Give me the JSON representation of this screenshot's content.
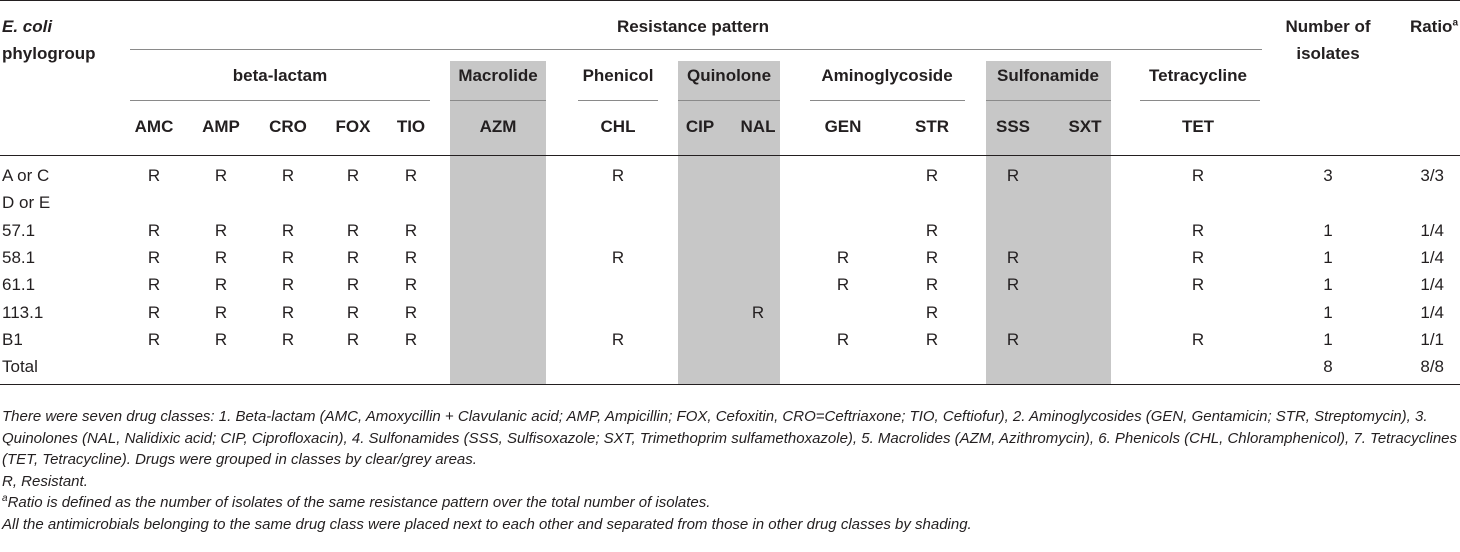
{
  "header": {
    "phylogroup_line1": "E. coli",
    "phylogroup_line2": "phylogroup",
    "resistance_pattern": "Resistance pattern",
    "number_line1": "Number of",
    "number_line2": "isolates",
    "ratio": "Ratio",
    "ratio_sup": "a"
  },
  "classes": [
    {
      "name": "beta-lactam",
      "shaded": false
    },
    {
      "name": "Macrolide",
      "shaded": true
    },
    {
      "name": "Phenicol",
      "shaded": false
    },
    {
      "name": "Quinolone",
      "shaded": true
    },
    {
      "name": "Aminoglycoside",
      "shaded": false
    },
    {
      "name": "Sulfonamide",
      "shaded": true
    },
    {
      "name": "Tetracycline",
      "shaded": false
    }
  ],
  "drugs": [
    "AMC",
    "AMP",
    "CRO",
    "FOX",
    "TIO",
    "AZM",
    "CHL",
    "CIP",
    "NAL",
    "GEN",
    "STR",
    "SSS",
    "SXT",
    "TET"
  ],
  "rows": [
    {
      "group": "A or C",
      "cells": [
        "R",
        "R",
        "R",
        "R",
        "R",
        "",
        "R",
        "",
        "",
        "",
        "R",
        "R",
        "",
        "R"
      ],
      "number": "3",
      "ratio": "3/3"
    },
    {
      "group": "D or E",
      "cells": [
        "",
        "",
        "",
        "",
        "",
        "",
        "",
        "",
        "",
        "",
        "",
        "",
        "",
        ""
      ],
      "number": "",
      "ratio": ""
    },
    {
      "group": "57.1",
      "cells": [
        "R",
        "R",
        "R",
        "R",
        "R",
        "",
        "",
        "",
        "",
        "",
        "R",
        "",
        "",
        "R"
      ],
      "number": "1",
      "ratio": "1/4"
    },
    {
      "group": "58.1",
      "cells": [
        "R",
        "R",
        "R",
        "R",
        "R",
        "",
        "R",
        "",
        "",
        "R",
        "R",
        "R",
        "",
        "R"
      ],
      "number": "1",
      "ratio": "1/4"
    },
    {
      "group": "61.1",
      "cells": [
        "R",
        "R",
        "R",
        "R",
        "R",
        "",
        "",
        "",
        "",
        "R",
        "R",
        "R",
        "",
        "R"
      ],
      "number": "1",
      "ratio": "1/4"
    },
    {
      "group": "113.1",
      "cells": [
        "R",
        "R",
        "R",
        "R",
        "R",
        "",
        "",
        "",
        "R",
        "",
        "R",
        "",
        "",
        ""
      ],
      "number": "1",
      "ratio": "1/4"
    },
    {
      "group": "B1",
      "cells": [
        "R",
        "R",
        "R",
        "R",
        "R",
        "",
        "R",
        "",
        "",
        "R",
        "R",
        "R",
        "",
        "R"
      ],
      "number": "1",
      "ratio": "1/1"
    },
    {
      "group": "Total",
      "cells": [
        "",
        "",
        "",
        "",
        "",
        "",
        "",
        "",
        "",
        "",
        "",
        "",
        "",
        ""
      ],
      "number": "8",
      "ratio": "8/8"
    }
  ],
  "notes": {
    "n1": "There were seven drug classes: 1. Beta-lactam (AMC, Amoxycillin + Clavulanic acid; AMP, Ampicillin; FOX, Cefoxitin, CRO=Ceftriaxone; TIO, Ceftiofur), 2. Aminoglycosides (GEN, Gentamicin; STR, Streptomycin), 3. Quinolones (NAL, Nalidixic acid; CIP, Ciprofloxacin), 4. Sulfonamides (SSS, Sulfisoxazole; SXT, Trimethoprim sulfamethoxazole), 5. Macrolides (AZM, Azithromycin), 6. Phenicols (CHL, Chloramphenicol), 7. Tetracyclines (TET, Tetracycline). Drugs were grouped in classes by clear/grey areas.",
    "n2": "R, Resistant.",
    "n3_sup": "a",
    "n3": "Ratio is defined as the number of isolates of the same resistance pattern over the total number of isolates.",
    "n4": "All the antimicrobials belonging to the same drug class were placed next to each other and separated from those in other drug classes by shading."
  }
}
